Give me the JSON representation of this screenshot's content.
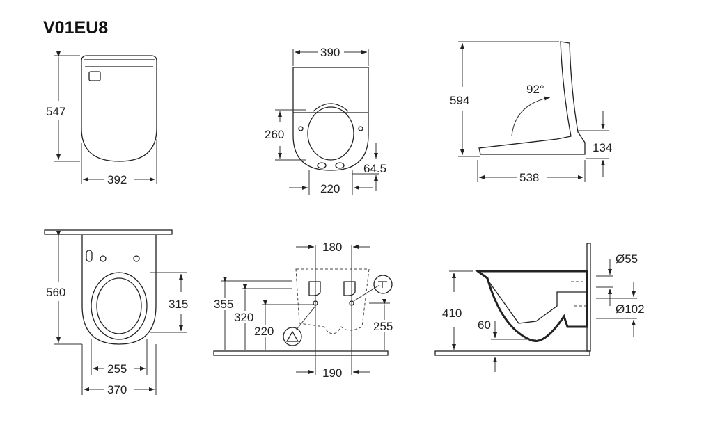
{
  "title": "V01EU8",
  "views": {
    "top_seat": {
      "height": "547",
      "width": "392"
    },
    "front_seat": {
      "width": "390",
      "height": "260",
      "offset": "64.5",
      "bottom_width": "220"
    },
    "side_seat": {
      "height": "594",
      "angle": "92°",
      "seat_height": "134",
      "length": "538"
    },
    "bowl_top": {
      "length": "560",
      "seat_depth": "315",
      "inner_width": "255",
      "width": "370"
    },
    "wall_install": {
      "top_spacing": "180",
      "h1": "355",
      "h2": "320",
      "h3": "220",
      "h4": "255",
      "bottom_spacing": "190"
    },
    "bowl_side": {
      "inlet_diameter": "Ø55",
      "height": "410",
      "depth": "60",
      "outlet_diameter": "Ø102"
    }
  }
}
